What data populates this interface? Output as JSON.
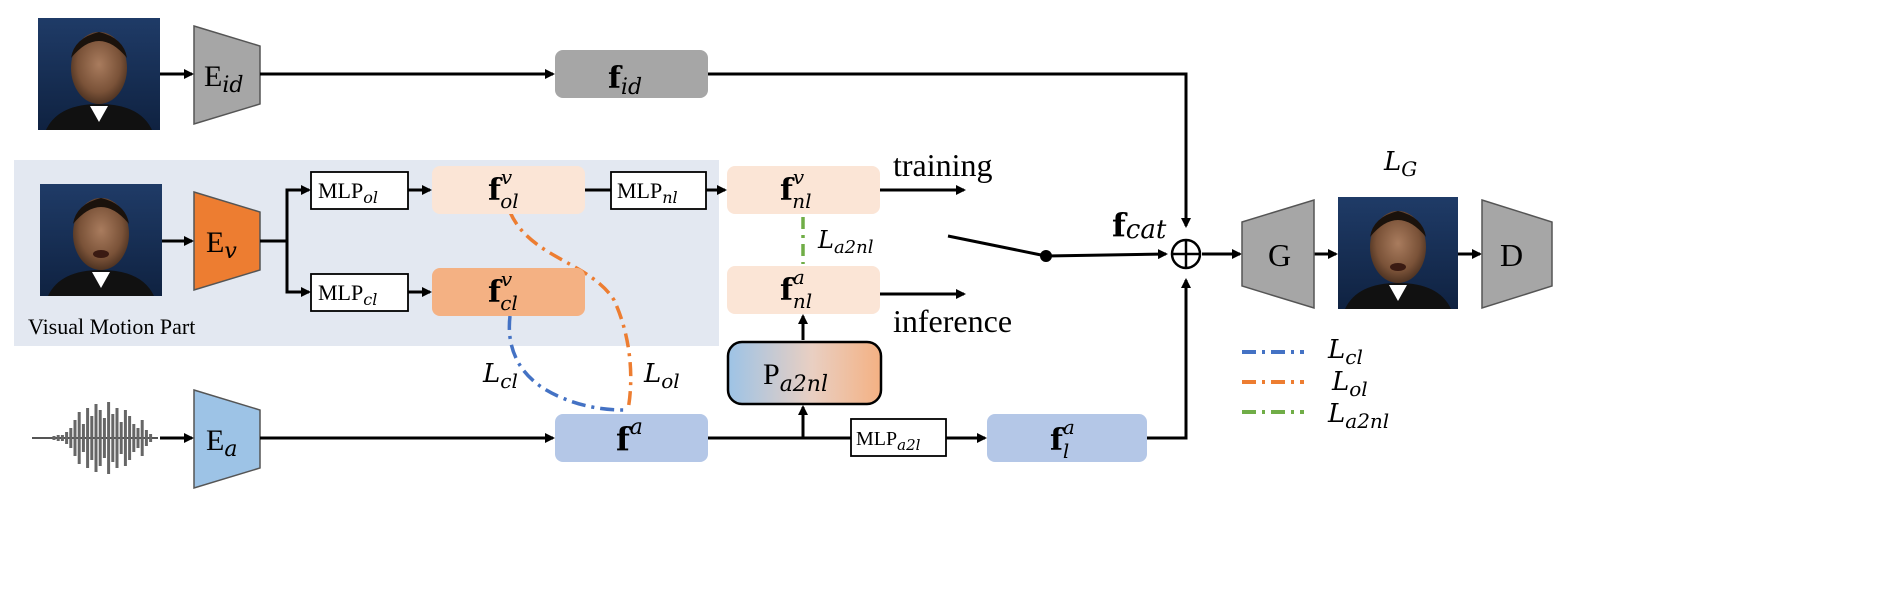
{
  "colors": {
    "motion_bg": "#E3E8F1",
    "feat_gray": "#A6A6A6",
    "feat_peach_light": "#FBE5D6",
    "feat_peach": "#F4B183",
    "feat_blue": "#B4C7E7",
    "enc_orange": "#ED7D31",
    "enc_blue": "#9DC3E6",
    "enc_gray": "#A6A6A6",
    "loss_cl": "#4472C4",
    "loss_ol": "#ED7D31",
    "loss_a2nl": "#70AD47",
    "line": "#000000"
  },
  "encoders": {
    "id": {
      "main": "E",
      "sub": "id"
    },
    "v": {
      "main": "E",
      "sub": "v"
    },
    "a": {
      "main": "E",
      "sub": "a"
    }
  },
  "mlps": {
    "ol": {
      "main": "MLP",
      "sub": "ol"
    },
    "cl": {
      "main": "MLP",
      "sub": "cl"
    },
    "nl": {
      "main": "MLP",
      "sub": "nl"
    },
    "a2l": {
      "main": "MLP",
      "sub": "a2l"
    }
  },
  "features": {
    "f_id": {
      "main": "f",
      "sup": "",
      "sub": "id"
    },
    "f_ol_v": {
      "main": "f",
      "sup": "v",
      "sub": "ol"
    },
    "f_cl_v": {
      "main": "f",
      "sup": "v",
      "sub": "cl"
    },
    "f_nl_v": {
      "main": "f",
      "sup": "v",
      "sub": "nl"
    },
    "f_nl_a": {
      "main": "f",
      "sup": "a",
      "sub": "nl"
    },
    "f_a": {
      "main": "f",
      "sup": "a",
      "sub": ""
    },
    "f_l_a": {
      "main": "f",
      "sup": "a",
      "sub": "l"
    },
    "f_cat": {
      "main": "f",
      "sub": "cat"
    }
  },
  "predictor": {
    "main": "P",
    "sub": "a2nl"
  },
  "generator": "G",
  "discriminator": "D",
  "loss_g": {
    "main": "L",
    "sub": "G"
  },
  "losses": {
    "cl": {
      "main": "L",
      "sub": "cl"
    },
    "ol": {
      "main": "L",
      "sub": "ol"
    },
    "a2nl": {
      "main": "L",
      "sub": "a2nl"
    }
  },
  "switch_labels": {
    "training": "training",
    "inference": "inference"
  },
  "region_label": "Visual Motion Part",
  "combine_symbol": "⊕",
  "legend": [
    {
      "key": "cl",
      "color": "#4472C4",
      "main": "L",
      "sub": "cl"
    },
    {
      "key": "ol",
      "color": "#ED7D31",
      "main": "L",
      "sub": "ol"
    },
    {
      "key": "a2nl",
      "color": "#70AD47",
      "main": "L",
      "sub": "a2nl"
    }
  ]
}
